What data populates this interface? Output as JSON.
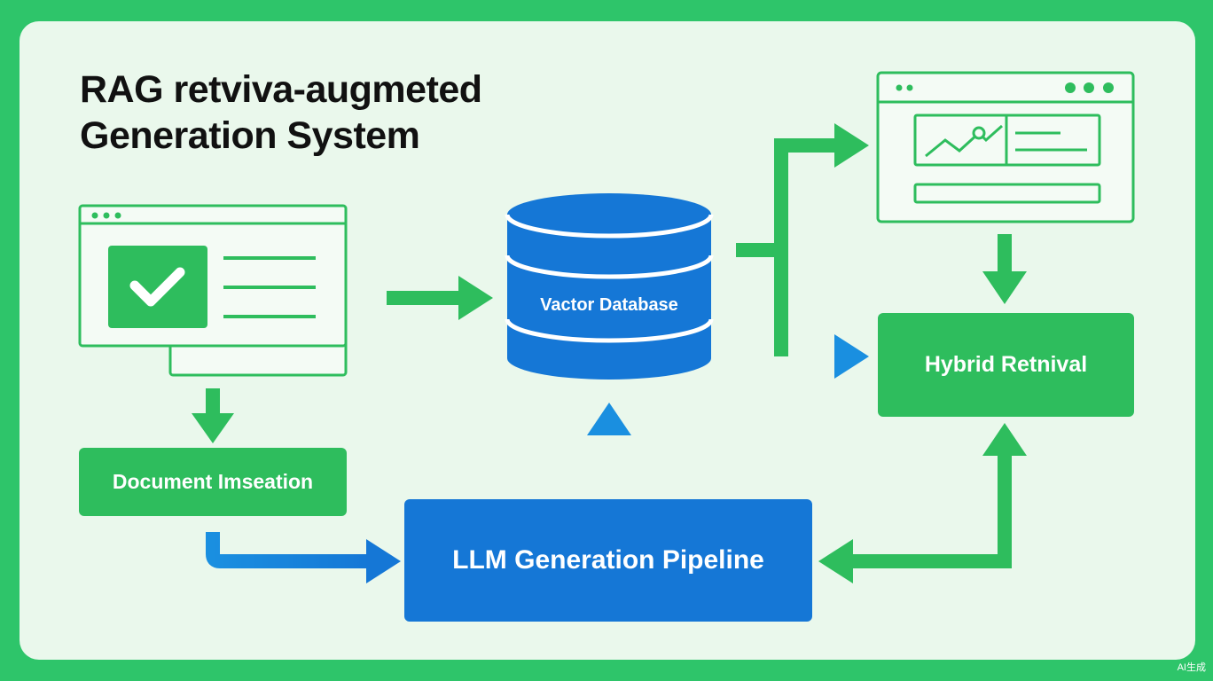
{
  "title": {
    "line1": "RAG retviva-augmeted",
    "line2": "Generation System"
  },
  "nodes": {
    "vector_db": "Vactor Database",
    "hybrid": "Hybrid Retnival",
    "ingestion": "Document Imseation",
    "pipeline": "LLM Generation Pipeline"
  },
  "watermark": "AI生成",
  "colors": {
    "background": "#2ec56a",
    "panel": "#eaf8ec",
    "green": "#2ebd5d",
    "blue": "#1577d6",
    "title": "#111111"
  },
  "icons": [
    "document-window-icon",
    "checkmark-icon",
    "dashboard-window-icon",
    "line-chart-icon",
    "database-cylinder-icon"
  ]
}
